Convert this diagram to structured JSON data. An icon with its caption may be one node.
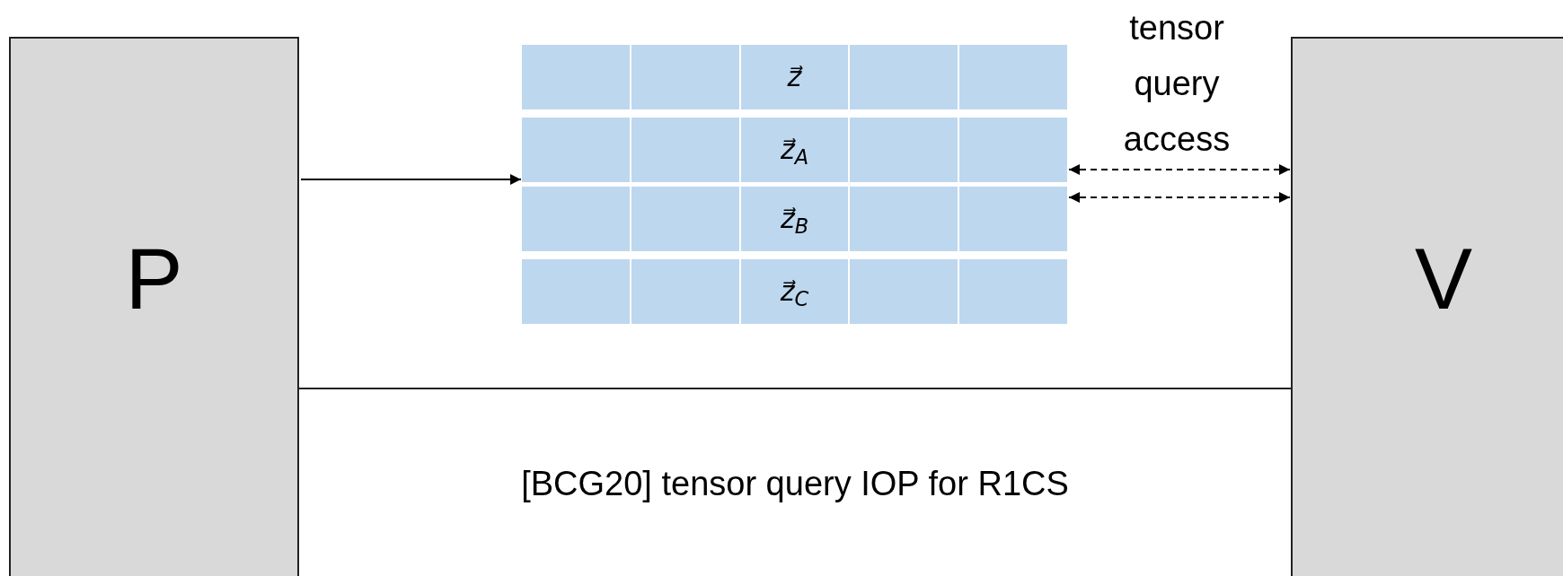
{
  "diagram": {
    "nodes": [
      {
        "text": [
          "P"
        ]
      },
      {
        "text": [
          "V"
        ]
      },
      {
        "text": [
          "[BCG20] tensor query IOP for R1CS"
        ]
      },
      {
        "text": [
          "z⃗"
        ]
      },
      {
        "text": [
          "z⃗$_{A}$"
        ]
      },
      {
        "text": [
          "z⃗$_{B}$"
        ]
      },
      {
        "text": [
          "z⃗$_{C}$"
        ]
      }
    ],
    "edges": [
      {
        "from": 0,
        "to": 4,
        "arrow": "to"
      },
      {
        "from": 4,
        "to": 1,
        "arrow": "both",
        "style": "dashed"
      },
      {
        "from": 5,
        "to": 1,
        "arrow": "both",
        "style": "dashed"
      }
    ],
    "labels": [
      "tensor query access"
    ]
  }
}
